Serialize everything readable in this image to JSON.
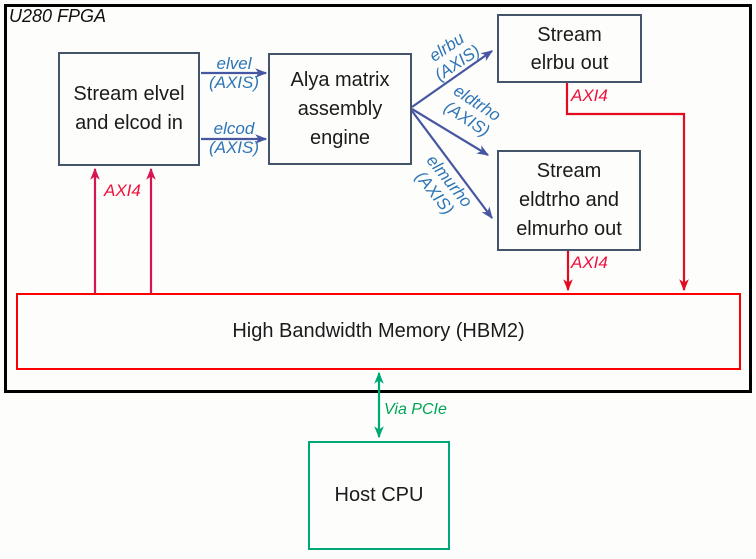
{
  "diagram": {
    "fpga_label": "U280 FPGA",
    "boxes": {
      "stream_in": {
        "lines": [
          "Stream elvel",
          "and elcod in"
        ]
      },
      "engine": {
        "lines": [
          "Alya matrix",
          "assembly",
          "engine"
        ]
      },
      "stream_elrbu": {
        "lines": [
          "Stream",
          "elrbu out"
        ]
      },
      "stream_eldtrho": {
        "lines": [
          "Stream",
          "eldtrho and",
          "elmurho out"
        ]
      },
      "hbm": {
        "label": "High Bandwidth Memory (HBM2)"
      },
      "host": {
        "label": "Host CPU"
      }
    },
    "arrow_labels": {
      "elvel": {
        "name": "elvel",
        "protocol": "(AXIS)"
      },
      "elcod": {
        "name": "elcod",
        "protocol": "(AXIS)"
      },
      "elrbu": {
        "name": "elrbu",
        "protocol": "(AXIS)"
      },
      "eldtrho": {
        "name": "eldtrho",
        "protocol": "(AXIS)"
      },
      "elmurho": {
        "name": "elmurho",
        "protocol": "(AXIS)"
      },
      "axi4_stream_in": "AXI4",
      "axi4_elrbu": "AXI4",
      "axi4_eldtrho": "AXI4",
      "via_pcie": "Via PCIe"
    },
    "colors": {
      "fpga_border": "#000000",
      "node_border_navy": "#44546a",
      "axis_arrow_blue": "#4656a0",
      "axis_label_blue": "#2e75b6",
      "axi4_arrow_crimson": "#d6174f",
      "axi4_arrow_red": "#e40b20",
      "axi4_label_red": "#ef113d",
      "hbm_border_red": "#fb0000",
      "pcie_green": "#00a877",
      "pcie_label_green": "#00a455",
      "text_black": "#1b1b1b"
    }
  }
}
